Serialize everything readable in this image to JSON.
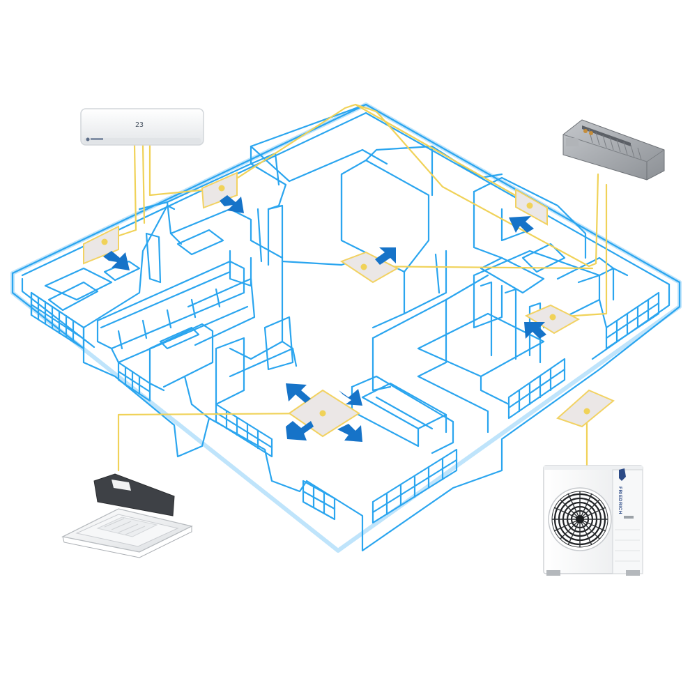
{
  "diagram": {
    "colors": {
      "floorplan_line": "#2aa5ef",
      "floorplan_glow": "#bfe4fb",
      "refrigerant_line": "#f0d258",
      "vent_fill": "#ebe7e6",
      "vent_border": "#f2d262",
      "airflow_arrow": "#1673c8",
      "unit_body": "#f3f4f5",
      "unit_shadow": "#c9ccd0",
      "duct_body": "#a7abb0"
    },
    "equipment": {
      "wall_unit": {
        "display_value": "23",
        "icon": "wall-mounted-indoor-unit"
      },
      "ducted_unit": {
        "icon": "concealed-ducted-unit"
      },
      "cassette_unit": {
        "icon": "ceiling-cassette-unit"
      },
      "outdoor_unit": {
        "brand": "FRIEDRICH",
        "icon": "outdoor-condenser-unit"
      }
    }
  }
}
